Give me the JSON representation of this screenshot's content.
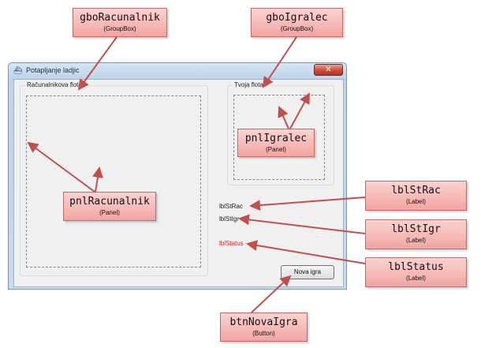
{
  "form": {
    "title": "Potapljanje ladjic",
    "close_glyph": "✕",
    "groupbox_computer_caption": "Računalnikova flota",
    "groupbox_player_caption": "Tvoja flota",
    "lbl_st_rac": "lblStRac",
    "lbl_st_igr": "lblStIgr",
    "lbl_status": "lblStatus",
    "button_new_game": "Nova igra"
  },
  "annotations": [
    {
      "name": "gboRacunalnik",
      "type": "(GroupBox)"
    },
    {
      "name": "gboIgralec",
      "type": "(GroupBox)"
    },
    {
      "name": "pnlIgralec",
      "type": "(Panel)"
    },
    {
      "name": "pnlRacunalnik",
      "type": "(Panel)"
    },
    {
      "name": "lblStRac",
      "type": "(Label)"
    },
    {
      "name": "lblStIgr",
      "type": "(Label)"
    },
    {
      "name": "lblStatus",
      "type": "(Label)"
    },
    {
      "name": "btnNovaIgra",
      "type": "(Button)"
    }
  ],
  "colors": {
    "annotation_fill": "#f2a5a2",
    "annotation_border": "#c46a66",
    "arrow": "#c0504d",
    "status_label": "#e02222"
  }
}
